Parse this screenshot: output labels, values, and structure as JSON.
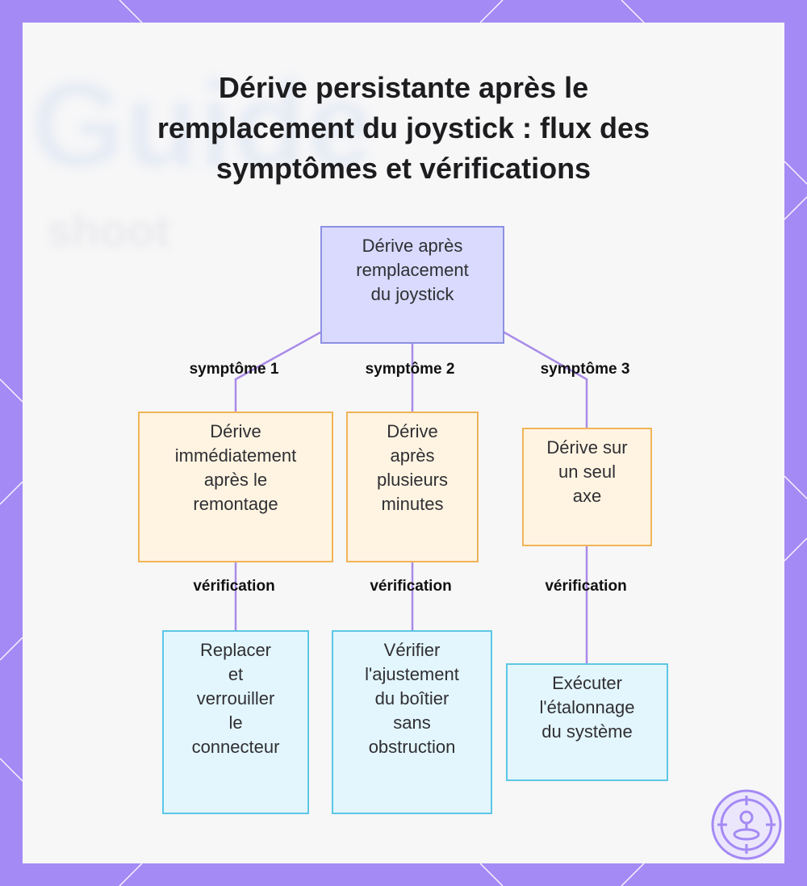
{
  "title_lines": [
    "Dérive persistante après le",
    "remplacement du joystick : flux des",
    "symptômes et vérifications"
  ],
  "background_text": [
    "Guide",
    "shoot"
  ],
  "root": {
    "lines": [
      "Dérive après",
      "remplacement",
      "du joystick"
    ]
  },
  "edge_labels": {
    "symptom_1": "symptôme 1",
    "symptom_2": "symptôme 2",
    "symptom_3": "symptôme 3",
    "check_1": "vérification",
    "check_2": "vérification",
    "check_3": "vérification"
  },
  "symptoms": [
    {
      "lines": [
        "Dérive",
        "immédiatement",
        "après le",
        "remontage"
      ]
    },
    {
      "lines": [
        "Dérive",
        "après",
        "plusieurs",
        "minutes"
      ]
    },
    {
      "lines": [
        "Dérive sur",
        "un seul",
        "axe"
      ]
    }
  ],
  "checks": [
    {
      "lines": [
        "Replacer",
        "et",
        "verrouiller",
        "le",
        "connecteur"
      ]
    },
    {
      "lines": [
        "Vérifier",
        "l'ajustement",
        "du boîtier",
        "sans",
        "obstruction"
      ]
    },
    {
      "lines": [
        "Exécuter",
        "l'étalonnage",
        "du système"
      ]
    }
  ],
  "colors": {
    "frame": "#a48af4",
    "root_fill": "#d9dafe",
    "symptom_fill": "#fff4e2",
    "check_fill": "#e3f6fd",
    "connector": "#a98be8"
  },
  "logo": "target-gamepad-icon"
}
